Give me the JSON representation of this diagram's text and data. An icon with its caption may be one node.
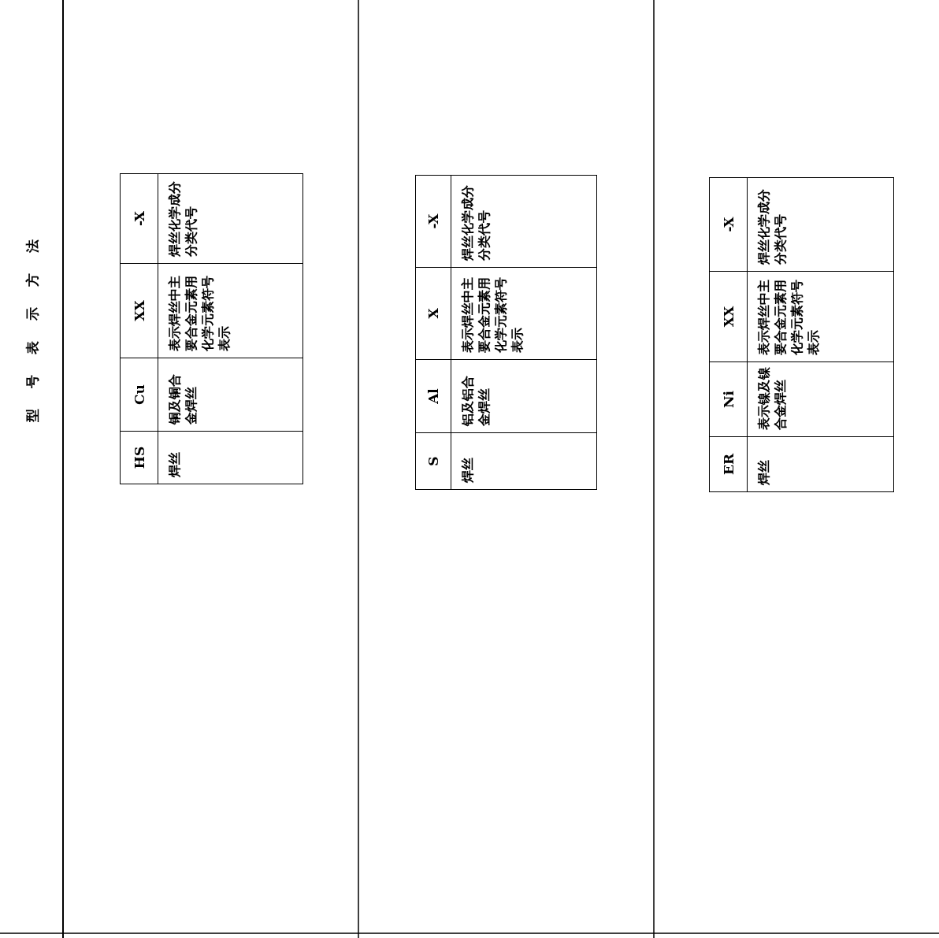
{
  "diagram": {
    "title": "型号表示方法",
    "nodes": [
      {
        "text": [
          "HS",
          "焊丝"
        ]
      },
      {
        "text": [
          "Cu",
          "铜及铜合金焊丝"
        ]
      },
      {
        "text": [
          "XX",
          "表示焊丝中主要合金元素用化学元素符号表示"
        ]
      },
      {
        "text": [
          "-X",
          "焊丝化学成分分类代号"
        ]
      },
      {
        "text": [
          "S",
          "焊丝"
        ]
      },
      {
        "text": [
          "Al",
          "铝及铝合金焊丝"
        ]
      },
      {
        "text": [
          "X",
          "表示焊丝中主要合金元素用化学元素符号表示"
        ]
      },
      {
        "text": [
          "-X",
          "焊丝化学成分分类代号"
        ]
      },
      {
        "text": [
          "ER",
          "焊丝"
        ]
      },
      {
        "text": [
          "Ni",
          "表示镍及镍合金焊丝"
        ]
      },
      {
        "text": [
          "XX",
          "表示焊丝中主要合金元素用化学元素符号表示"
        ]
      },
      {
        "text": [
          "-X",
          "焊丝化学成分分类代号"
        ]
      }
    ]
  }
}
